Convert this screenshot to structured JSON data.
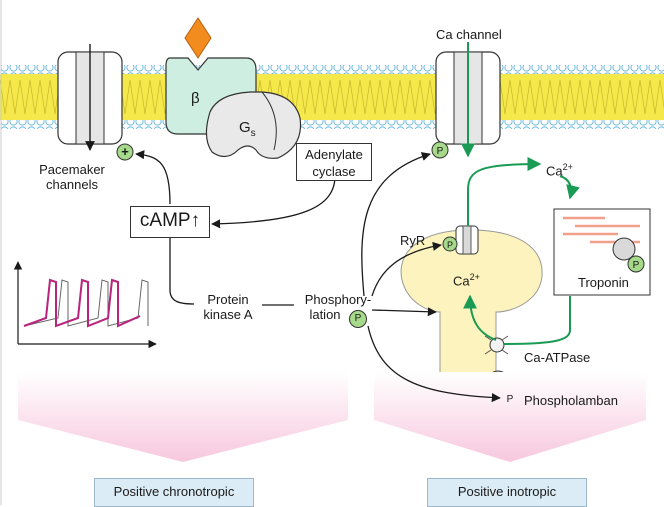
{
  "labels": {
    "beta": "β",
    "gs_main": "G",
    "gs_sub": "s",
    "adenylate_line1": "Adenylate",
    "adenylate_line2": "cyclase",
    "pacemaker_line1": "Pacemaker",
    "pacemaker_line2": "channels",
    "camp": "cAMP",
    "camp_arrow": "↑",
    "pka_line1": "Protein",
    "pka_line2": "kinase A",
    "phos_line1": "Phosphory-",
    "phos_line2": "lation",
    "ca_channel": "Ca channel",
    "ryr": "RyR",
    "ca_base": "Ca",
    "ca_charge": "2+",
    "troponin": "Troponin",
    "ca_atpase": "Ca-ATPase",
    "phospholamban": "Phospholamban",
    "p_symbol": "P",
    "plus_symbol": "+"
  },
  "outcomes": {
    "chronotropic": "Positive chronotropic",
    "inotropic": "Positive inotropic"
  },
  "colors": {
    "membrane_lipid": "#f5e84a",
    "membrane_head": "#a9d8ec",
    "receptor": "#cdeee1",
    "ligand": "#f28c1e",
    "sr": "#fdf3be",
    "p_badge": "#a6d98a",
    "green_arrow": "#1a9b54",
    "action_potential": "#b8237e",
    "outcome_box": "#dcecf6",
    "pink_glow": "#f7c8de"
  }
}
